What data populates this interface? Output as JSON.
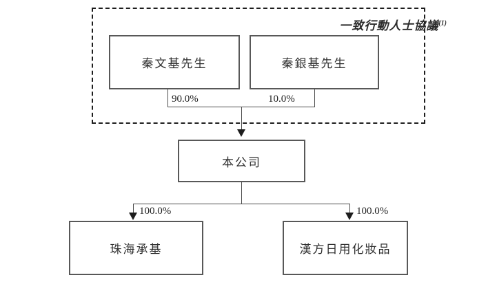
{
  "diagram": {
    "type": "org-ownership-chart",
    "group": {
      "label": "一致行動人士協議",
      "footnote_marker": "(1)",
      "style": "dashed"
    },
    "nodes": {
      "qinwenji": {
        "label": "秦文基先生"
      },
      "qinyinji": {
        "label": "秦銀基先生"
      },
      "company": {
        "label": "本公司"
      },
      "zhuhai": {
        "label": "珠海承基"
      },
      "hanfang": {
        "label": "漢方日用化妝品"
      }
    },
    "edges": {
      "qinwenji_to_company": {
        "label": "90.0%"
      },
      "qinyinji_to_company": {
        "label": "10.0%"
      },
      "company_to_zhuhai": {
        "label": "100.0%"
      },
      "company_to_hanfang": {
        "label": "100.0%"
      }
    },
    "colors": {
      "box_border": "#585858",
      "group_border": "#1d1d1d",
      "connector": "#4a4a4a",
      "text": "#2f2f2f",
      "background": "#ffffff"
    }
  }
}
